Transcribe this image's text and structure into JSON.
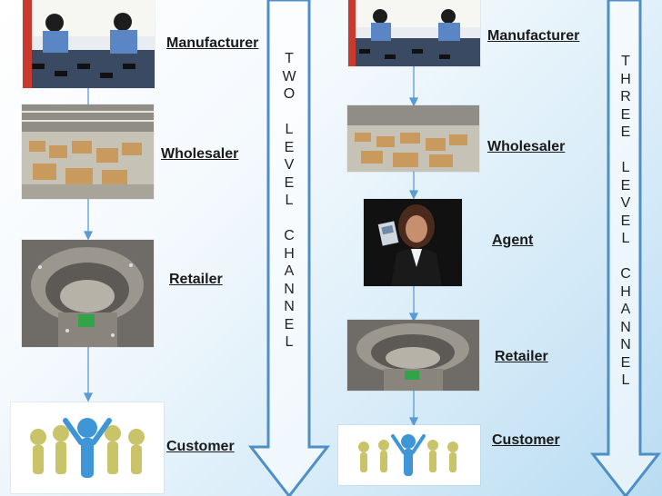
{
  "left_chain": {
    "manufacturer": "Manufacturer",
    "wholesaler": "Wholesaler",
    "retailer": "Retailer",
    "customer": "Customer"
  },
  "right_chain": {
    "manufacturer": "Manufacturer",
    "wholesaler": "Wholesaler",
    "agent": "Agent",
    "retailer": "Retailer",
    "customer": "Customer"
  },
  "two_level_text": "TWO LEVEL CHANNEL",
  "three_level_text": "THREE LEVEL CHANNEL",
  "colors": {
    "arrow_outline": "#4f8fc7",
    "connector": "#5b9bd5",
    "label": "#1a1a1a"
  }
}
